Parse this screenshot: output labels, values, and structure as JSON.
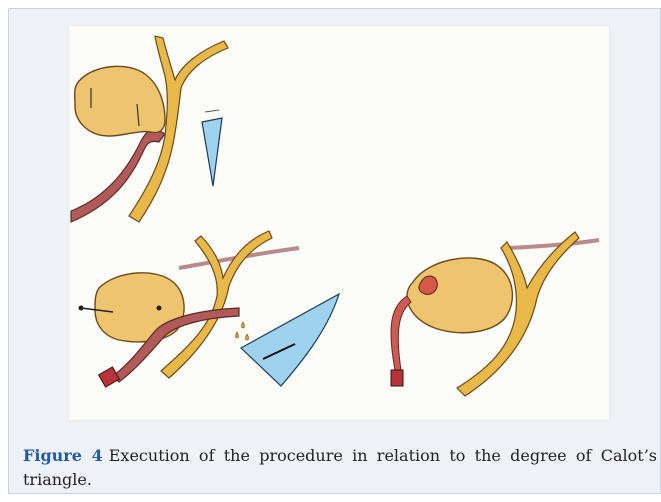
{
  "figure": {
    "label": "Figure 4",
    "caption": "Execution of the procedure in relation to the degree of Calot’s triangle."
  },
  "colors": {
    "gallbladder_fill": "#efc46e",
    "gallbladder_stroke": "#6b4a1c",
    "duct_fill": "#e8b948",
    "artery_fill": "#b15a57",
    "instrument_fill": "#9fd2ec",
    "tube_tip": "#b8323a",
    "stone_fill": "#d65a4a",
    "panel_fill": "#fbfbf8"
  },
  "panels": [
    {
      "name": "top-left-sketch"
    },
    {
      "name": "bottom-left-sketch"
    },
    {
      "name": "bottom-right-sketch"
    }
  ]
}
